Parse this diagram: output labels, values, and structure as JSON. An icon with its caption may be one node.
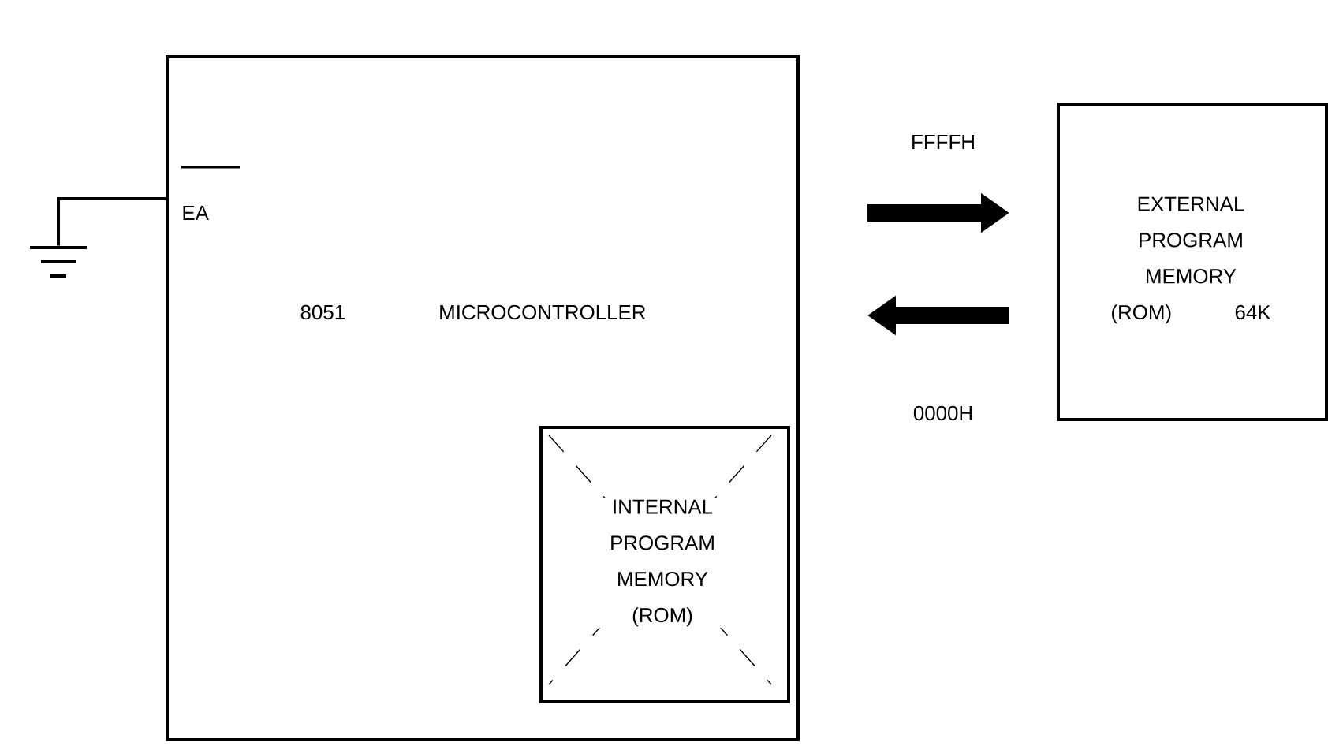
{
  "diagram": {
    "nodes": [
      {
        "text": [
          "8051 MICROCONTROLLER"
        ]
      },
      {
        "text": [
          "INTERNAL PROGRAM MEMORY (ROM)"
        ],
        "in": 0
      },
      {
        "text": [
          "EXTERNAL PROGRAM MEMORY (ROM) 64K"
        ]
      },
      {
        "text": [],
        "shape": "ground"
      }
    ],
    "edges": [
      {
        "from": 0,
        "to": 2,
        "arrow": "to",
        "label": "FFFFH"
      },
      {
        "from": 2,
        "to": 0,
        "arrow": "to",
        "label": "0000H"
      },
      {
        "from": 3,
        "to": 0,
        "arrow": "none"
      }
    ],
    "labels": [
      "EA"
    ]
  }
}
